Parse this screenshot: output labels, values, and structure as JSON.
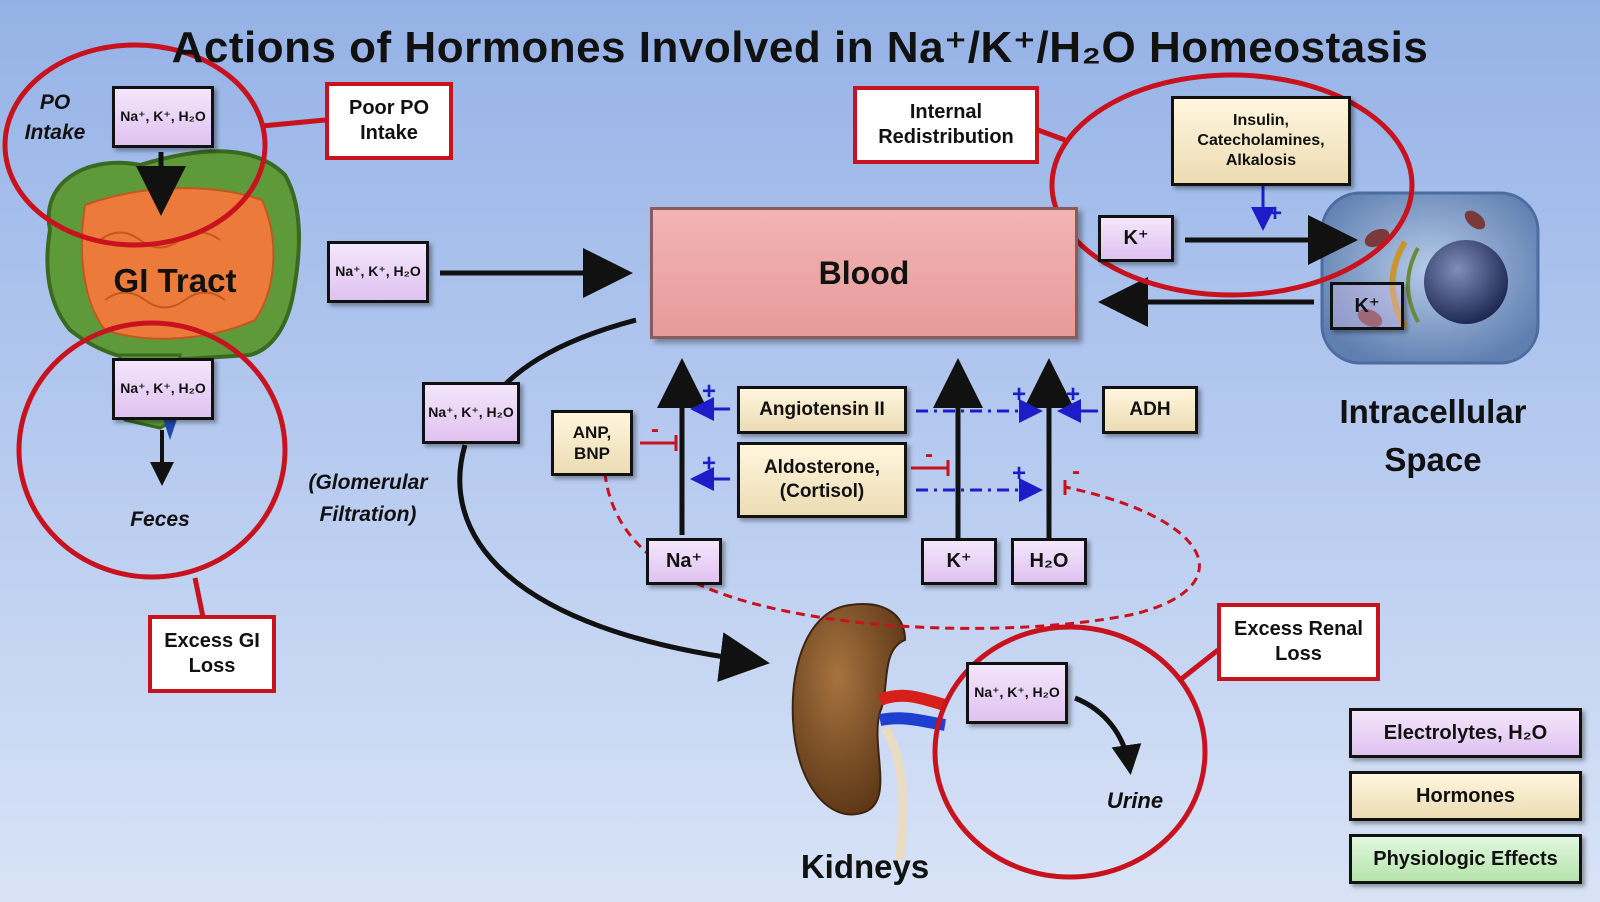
{
  "title": "Actions of Hormones Involved in Na⁺/K⁺/H₂O Homeostasis",
  "labels": {
    "po_intake": "PO Intake",
    "gi_tract": "GI Tract",
    "feces": "Feces",
    "glomerular_filtration": "(Glomerular Filtration)",
    "kidneys": "Kidneys",
    "urine": "Urine",
    "intracellular_space": "Intracellular Space",
    "blood": "Blood"
  },
  "electrolyte_boxes": {
    "intake": "Na⁺, K⁺, H₂O",
    "gi_to_blood": "Na⁺, K⁺, H₂O",
    "gi_loss": "Na⁺, K⁺, H₂O",
    "filtration": "Na⁺, K⁺, H₂O",
    "urine": "Na⁺, K⁺, H₂O",
    "k_blood": "K⁺",
    "k_cell": "K⁺",
    "na_reabsorb": "Na⁺",
    "k_reabsorb": "K⁺",
    "h2o_reabsorb": "H₂O"
  },
  "hormones": {
    "anp_bnp": "ANP, BNP",
    "angiotensin": "Angiotensin II",
    "aldosterone": "Aldosterone, (Cortisol)",
    "adh": "ADH",
    "insulin": "Insulin, Catecholamines, Alkalosis"
  },
  "effects": {
    "poor_po_intake": "Poor PO Intake",
    "internal_redistribution": "Internal Redistribution",
    "excess_gi_loss": "Excess GI Loss",
    "excess_renal_loss": "Excess Renal Loss"
  },
  "signs": {
    "plus": "+",
    "minus": "-"
  },
  "legend": [
    {
      "label": "Electrolytes, H₂O",
      "kind": "elec"
    },
    {
      "label": "Hormones",
      "kind": "horm"
    },
    {
      "label": "Physiologic Effects",
      "kind": "phys"
    }
  ],
  "colors": {
    "effect_circle": "#c8121d",
    "stimulate": "#1c1cc8",
    "inhibit": "#c8121d",
    "blood_box": "#e9a0a0"
  }
}
